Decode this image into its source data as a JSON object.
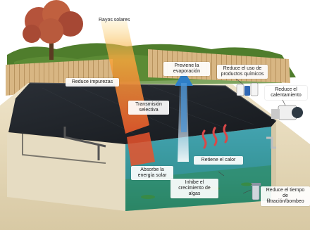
{
  "labels": {
    "sun_rays": "Rayos solares",
    "reduce_impurities": "Reduce impurezas",
    "prevents_evaporation": "Previene la evaporación",
    "selective_transmission": "Transmisión selectiva",
    "reduces_chemicals": "Reduce el uso de productos químicos",
    "reduces_heating": "Reduce el calentamiento",
    "absorbs_energy": "Absorbe la energía solar",
    "retains_heat": "Retiene el calor",
    "inhibits_algae": "Inhibe el crecimiento de algas",
    "reduces_filtration": "Reduce el tiempo de filtración/bombeo"
  },
  "colors": {
    "sky": "#ffffff",
    "tree_foliage": "#b5533b",
    "fence": "#d9b98a",
    "hedge": "#4f7d2c",
    "cover": "#1f2329",
    "water": "#2f8f9a",
    "pool_wall": "#e9dfc6",
    "sun_ray": "#f2a13a",
    "evaporation_arrow": "#2e7fc8",
    "heat_waves": "#d94848"
  }
}
